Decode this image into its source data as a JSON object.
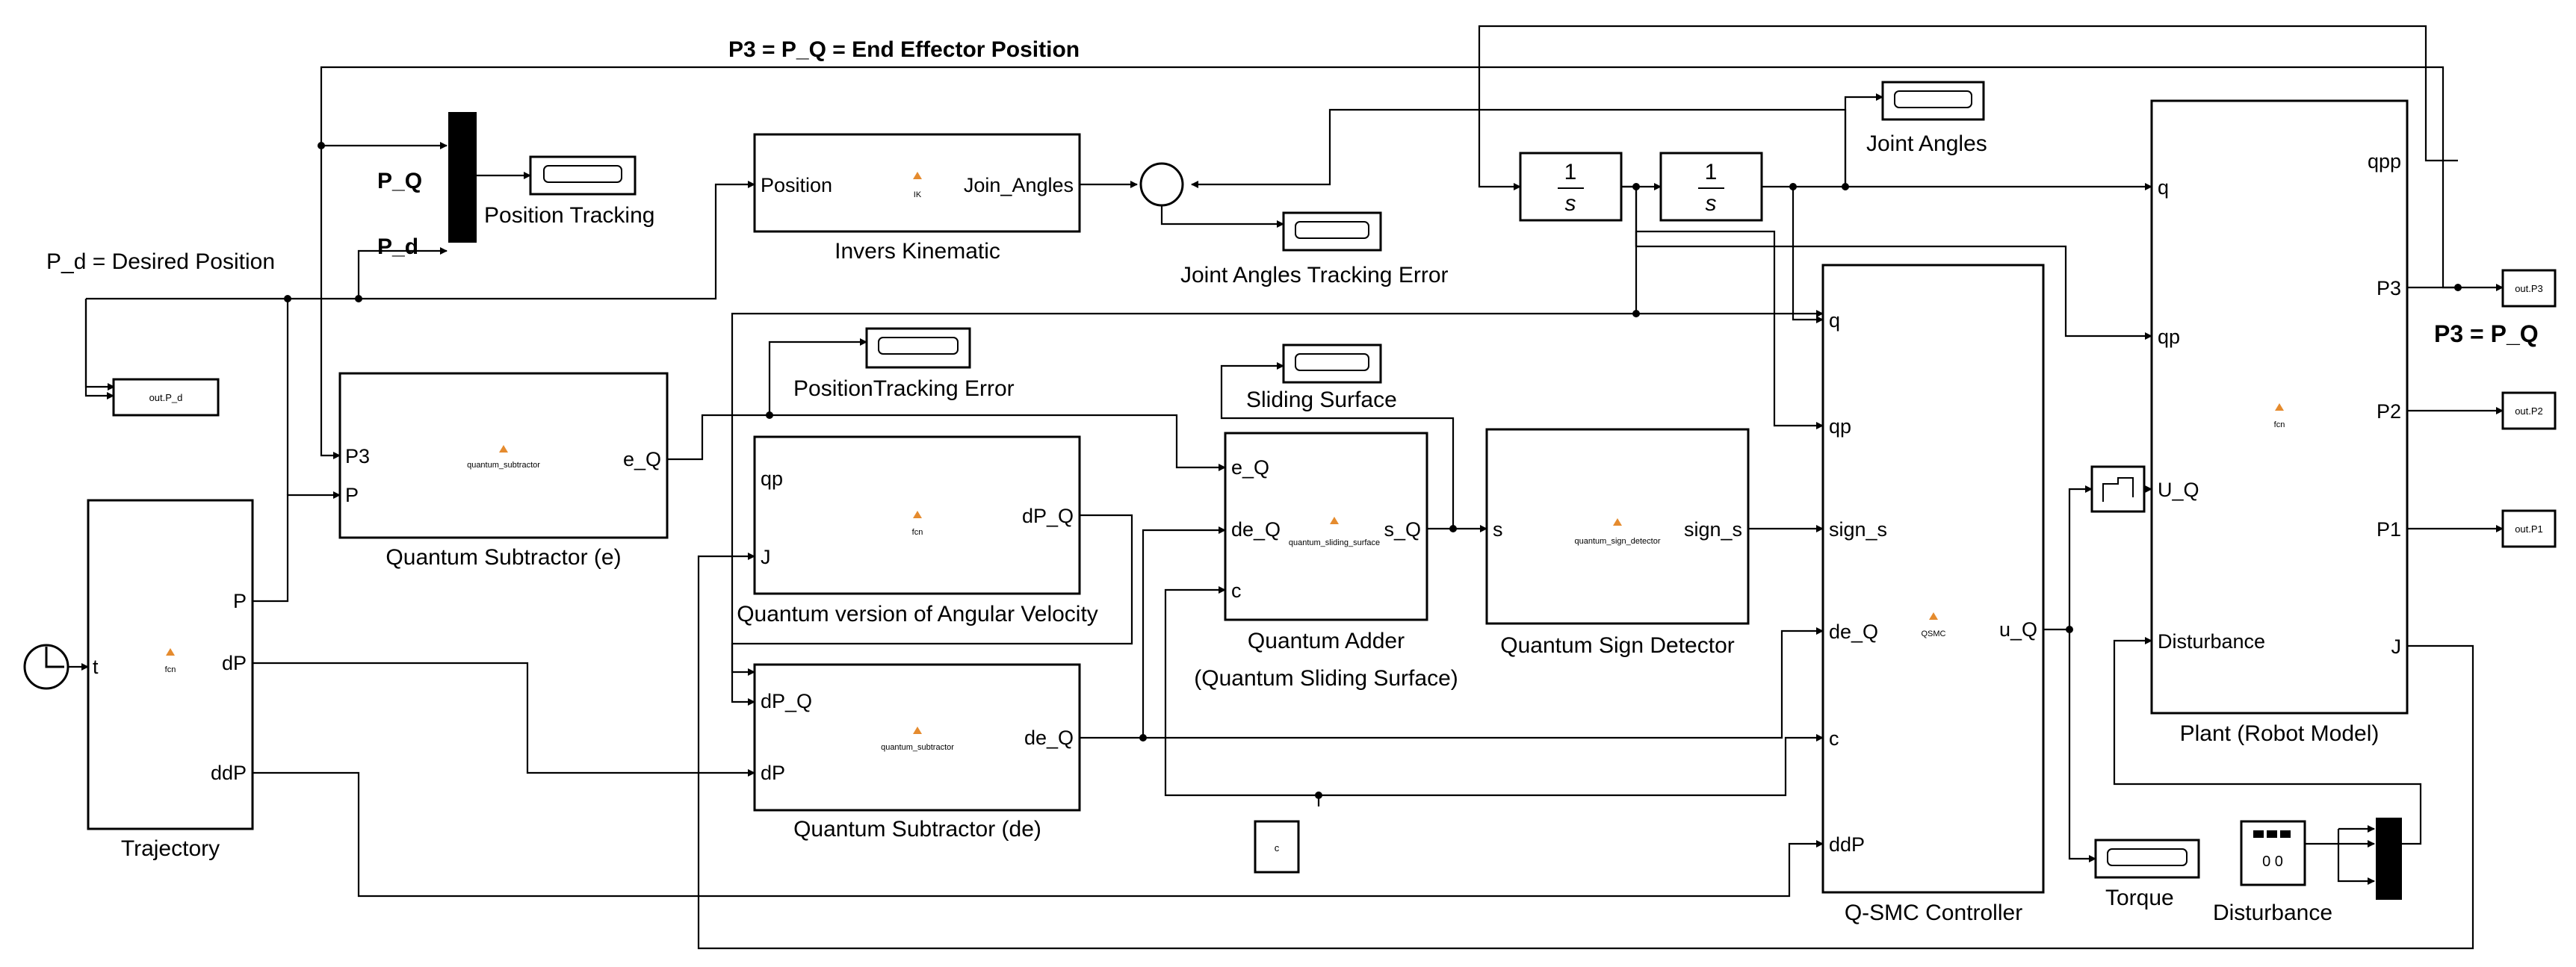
{
  "annotations": {
    "top_note": "P3  = P_Q = End Effector Position",
    "desired_position": "P_d = Desired Position",
    "p3_note": "P3  = P_Q",
    "mux_in_pq": "P_Q",
    "mux_in_pd": "P_d"
  },
  "blocks": {
    "trajectory": {
      "caption": "Trajectory",
      "inner": "fcn",
      "ports_in": [
        "t"
      ],
      "ports_out": [
        "P",
        "dP",
        "ddP"
      ]
    },
    "quantum_subtractor_e": {
      "caption": "Quantum Subtractor (e)",
      "inner": "quantum_subtractor",
      "ports_in": [
        "P3",
        "P"
      ],
      "ports_out": [
        "e_Q"
      ]
    },
    "invers_kinematic": {
      "caption": "Invers Kinematic",
      "inner": "IK",
      "ports_in": [
        "Position"
      ],
      "ports_out": [
        "Join_Angles"
      ]
    },
    "angular_velocity": {
      "caption": "Quantum version of Angular Velocity",
      "inner": "fcn",
      "ports_in": [
        "qp",
        "J"
      ],
      "ports_out": [
        "dP_Q"
      ]
    },
    "quantum_subtractor_de": {
      "caption": "Quantum Subtractor (de)",
      "inner": "quantum_subtractor",
      "ports_in": [
        "dP_Q",
        "dP"
      ],
      "ports_out": [
        "de_Q"
      ]
    },
    "quantum_adder": {
      "caption": "Quantum Adder",
      "caption2": "(Quantum Sliding Surface)",
      "inner": "quantum_sliding_surface",
      "ports_in": [
        "e_Q",
        "de_Q",
        "c"
      ],
      "ports_out": [
        "s_Q"
      ]
    },
    "sign_detector": {
      "caption": "Quantum Sign Detector",
      "inner": "quantum_sign_detector",
      "ports_in": [
        "s"
      ],
      "ports_out": [
        "sign_s"
      ]
    },
    "qsmc": {
      "caption": "Q-SMC Controller",
      "inner": "QSMC",
      "ports_in": [
        "q",
        "qp",
        "sign_s",
        "de_Q",
        "c",
        "ddP"
      ],
      "ports_out": [
        "u_Q"
      ]
    },
    "plant": {
      "caption": "Plant (Robot Model)",
      "inner": "fcn",
      "ports_in": [
        "q",
        "qp",
        "U_Q",
        "Disturbance"
      ],
      "ports_out": [
        "qpp",
        "P3",
        "P2",
        "P1",
        "J"
      ]
    },
    "integrator_1": {
      "numerator": "1",
      "denominator": "s"
    },
    "integrator_2": {
      "numerator": "1",
      "denominator": "s"
    },
    "constant_c": {
      "label": "c"
    },
    "disturbance_source": {
      "caption": "Disturbance"
    }
  },
  "scopes": {
    "position_tracking": "Position Tracking",
    "joint_angles": "Joint Angles",
    "joint_angles_error": "Joint Angles Tracking Error",
    "position_tracking_error": "PositionTracking Error",
    "sliding_surface": "Sliding Surface",
    "torque": "Torque"
  },
  "outputs": {
    "p_d": "out.P_d",
    "p3": "out.P3",
    "p2": "out.P2",
    "p1": "out.P1"
  }
}
